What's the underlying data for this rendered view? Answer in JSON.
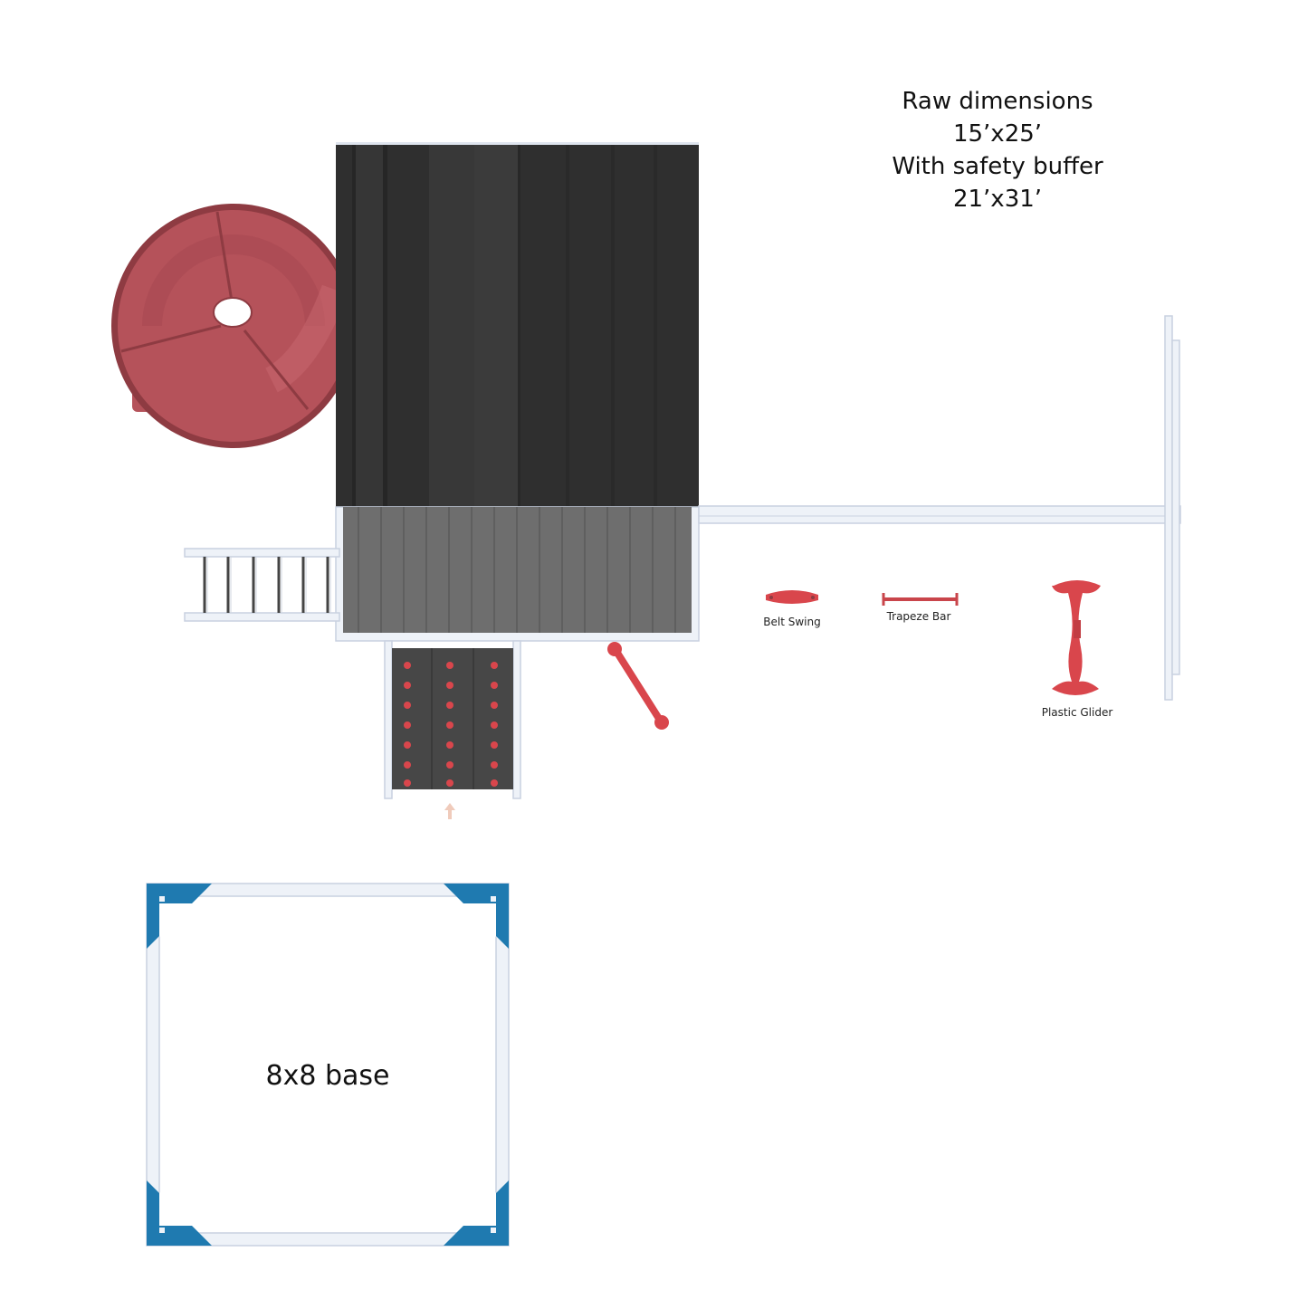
{
  "dimensions": {
    "line1": "Raw dimensions",
    "line2": "15’x25’",
    "line3": "With safety buffer",
    "line4": "21’x31’"
  },
  "accessories": {
    "belt_swing": "Belt Swing",
    "trapeze_bar": "Trapeze Bar",
    "plastic_glider": "Plastic Glider"
  },
  "base": {
    "label": "8x8 base"
  },
  "colors": {
    "roof": "#2f2f2f",
    "deck": "#6e6e6e",
    "frame": "#eef2f8",
    "frame_stroke": "#c9d1e0",
    "slide": "#b5525a",
    "slide_edge": "#8e3b42",
    "accessory_red": "#d9464c",
    "corner_blue": "#1f7ab0",
    "entry_arrow": "#f0cbbb"
  }
}
